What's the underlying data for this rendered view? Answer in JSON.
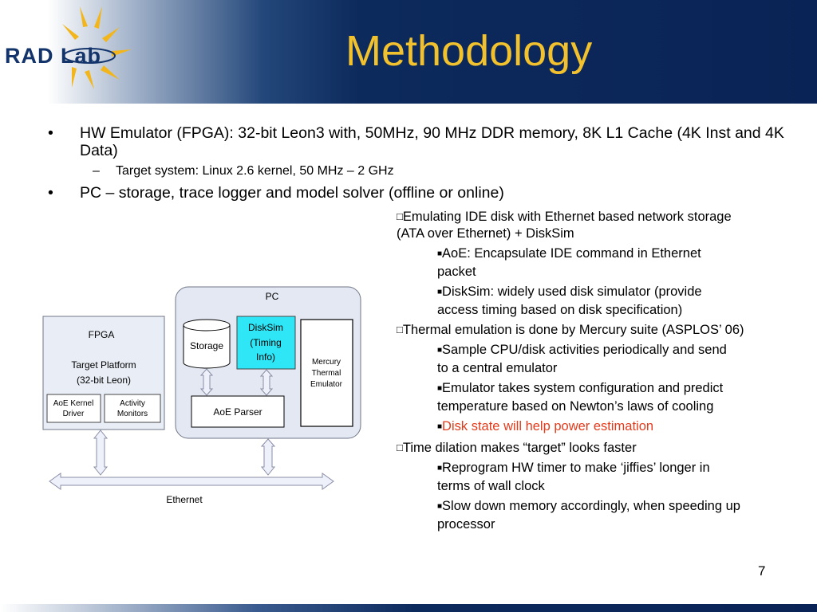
{
  "header": {
    "logo_text": "RAD Lab",
    "title": "Methodology"
  },
  "bullets": {
    "item1": "HW Emulator (FPGA): 32-bit Leon3 with, 50MHz, 90 MHz DDR memory, 8K L1 Cache (4K Inst and 4K Data)",
    "item1_sub": "Target system: Linux 2.6 kernel, 50 MHz – 2 GHz",
    "item2": "PC – storage, trace logger and model solver (offline or online)",
    "bullet_glyph": "•",
    "dash_glyph": "–"
  },
  "notes": {
    "hollow_square": "□",
    "solid_square": "■",
    "n1": "Emulating IDE disk with Ethernet based network storage (ATA over Ethernet) + DiskSim",
    "n1a": "AoE: Encapsulate IDE command in Ethernet packet",
    "n1b": "DiskSim: widely used disk simulator (provide access timing based on disk specification)",
    "n2": "Thermal emulation is done by Mercury suite (ASPLOS’ 06)",
    "n2a": "Sample CPU/disk activities periodically and send to a central emulator",
    "n2b": "Emulator takes system configuration and predict temperature based on Newton’s laws of cooling",
    "n2c": "Disk state will help power estimation",
    "n3": "Time dilation makes “target” looks faster",
    "n3a": "Reprogram HW timer to make ‘jiffies’ longer in terms of wall clock",
    "n3b": "Slow down memory accordingly, when speeding up processor"
  },
  "diagram": {
    "pc_label": "PC",
    "fpga_label": "FPGA",
    "target_platform": "Target Platform",
    "target_cpu": "(32-bit Leon)",
    "aoe_kernel_line1": "AoE Kernel",
    "aoe_kernel_line2": "Driver",
    "activity_line1": "Activity",
    "activity_line2": "Monitors",
    "storage": "Storage",
    "disksim_line1": "DiskSim",
    "disksim_line2": "(Timing",
    "disksim_line3": "Info)",
    "mercury_line1": "Mercury",
    "mercury_line2": "Thermal",
    "mercury_line3": "Emulator",
    "aoe_parser": "AoE Parser",
    "ethernet": "Ethernet"
  },
  "page_number": "7",
  "colors": {
    "title": "#f2c12e",
    "header_dark": "#0a2356",
    "pc_box_fill": "#e3e8f2",
    "fpga_box_fill": "#e9eef6",
    "disksim_fill": "#2ee6f6",
    "highlight_red": "#e33b1c",
    "arrow_fill": "#eef0fa",
    "arrow_stroke": "#8a8ea6"
  }
}
